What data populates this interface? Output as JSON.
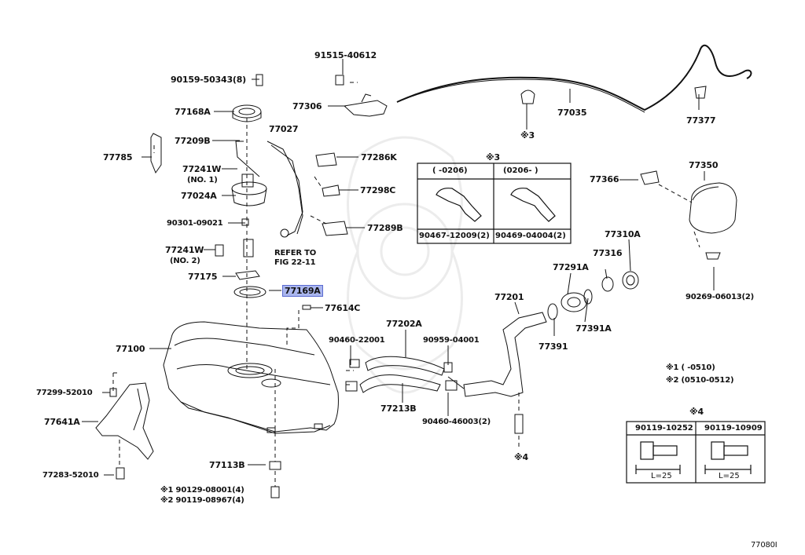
{
  "diagram_id": "77080I",
  "highlighted_part": "77169A",
  "labels": {
    "p90159": "90159-50343(8)",
    "p91515": "91515-40612",
    "p77306": "77306",
    "p77035": "77035",
    "p77377": "77377",
    "p77168A": "77168A",
    "p77027": "77027",
    "p77209B": "77209B",
    "p77785": "77785",
    "p77241W1": "77241W",
    "no1": "(NO. 1)",
    "p77024A": "77024A",
    "p90301": "90301-09021",
    "p77241W2": "77241W",
    "no2": "(NO. 2)",
    "refer": "REFER TO",
    "fig": "FIG 22-11",
    "p77175": "77175",
    "p77169A": "77169A",
    "p77614C": "77614C",
    "p77286K": "77286K",
    "p77298C": "77298C",
    "p77289B": "77289B",
    "x3top": "※3",
    "p77366": "77366",
    "p77350": "77350",
    "p77310A": "77310A",
    "p77316": "77316",
    "p77291A": "77291A",
    "p77201": "77201",
    "p77202A": "77202A",
    "p90460a": "90460-22001",
    "p90959": "90959-04001",
    "p77391": "77391",
    "p77391A": "77391A",
    "p90269": "90269-06013(2)",
    "p77100": "77100",
    "p77299": "77299-52010",
    "p77641A": "77641A",
    "p77283": "77283-52010",
    "p77213B": "77213B",
    "p90460b": "90460-46003(2)",
    "x4bolt": "※4",
    "p77113B": "77113B",
    "foot1": "※1 90129-08001(4)",
    "foot2": "※2 90119-08967(4)",
    "note1": "※1 (     -0510)",
    "note2": "※2 (0510-0512)",
    "x4": "※4"
  },
  "clip_table": {
    "marker": "※3",
    "col1_header": "(     -0206)",
    "col2_header": "(0206-     )",
    "col1_part": "90467-12009(2)",
    "col2_part": "90469-04004(2)"
  },
  "bolt_table": {
    "marker": "※4",
    "col1_header": "90119-10252",
    "col2_header": "90119-10909",
    "col1_len": "L=25",
    "col2_len": "L=25"
  }
}
